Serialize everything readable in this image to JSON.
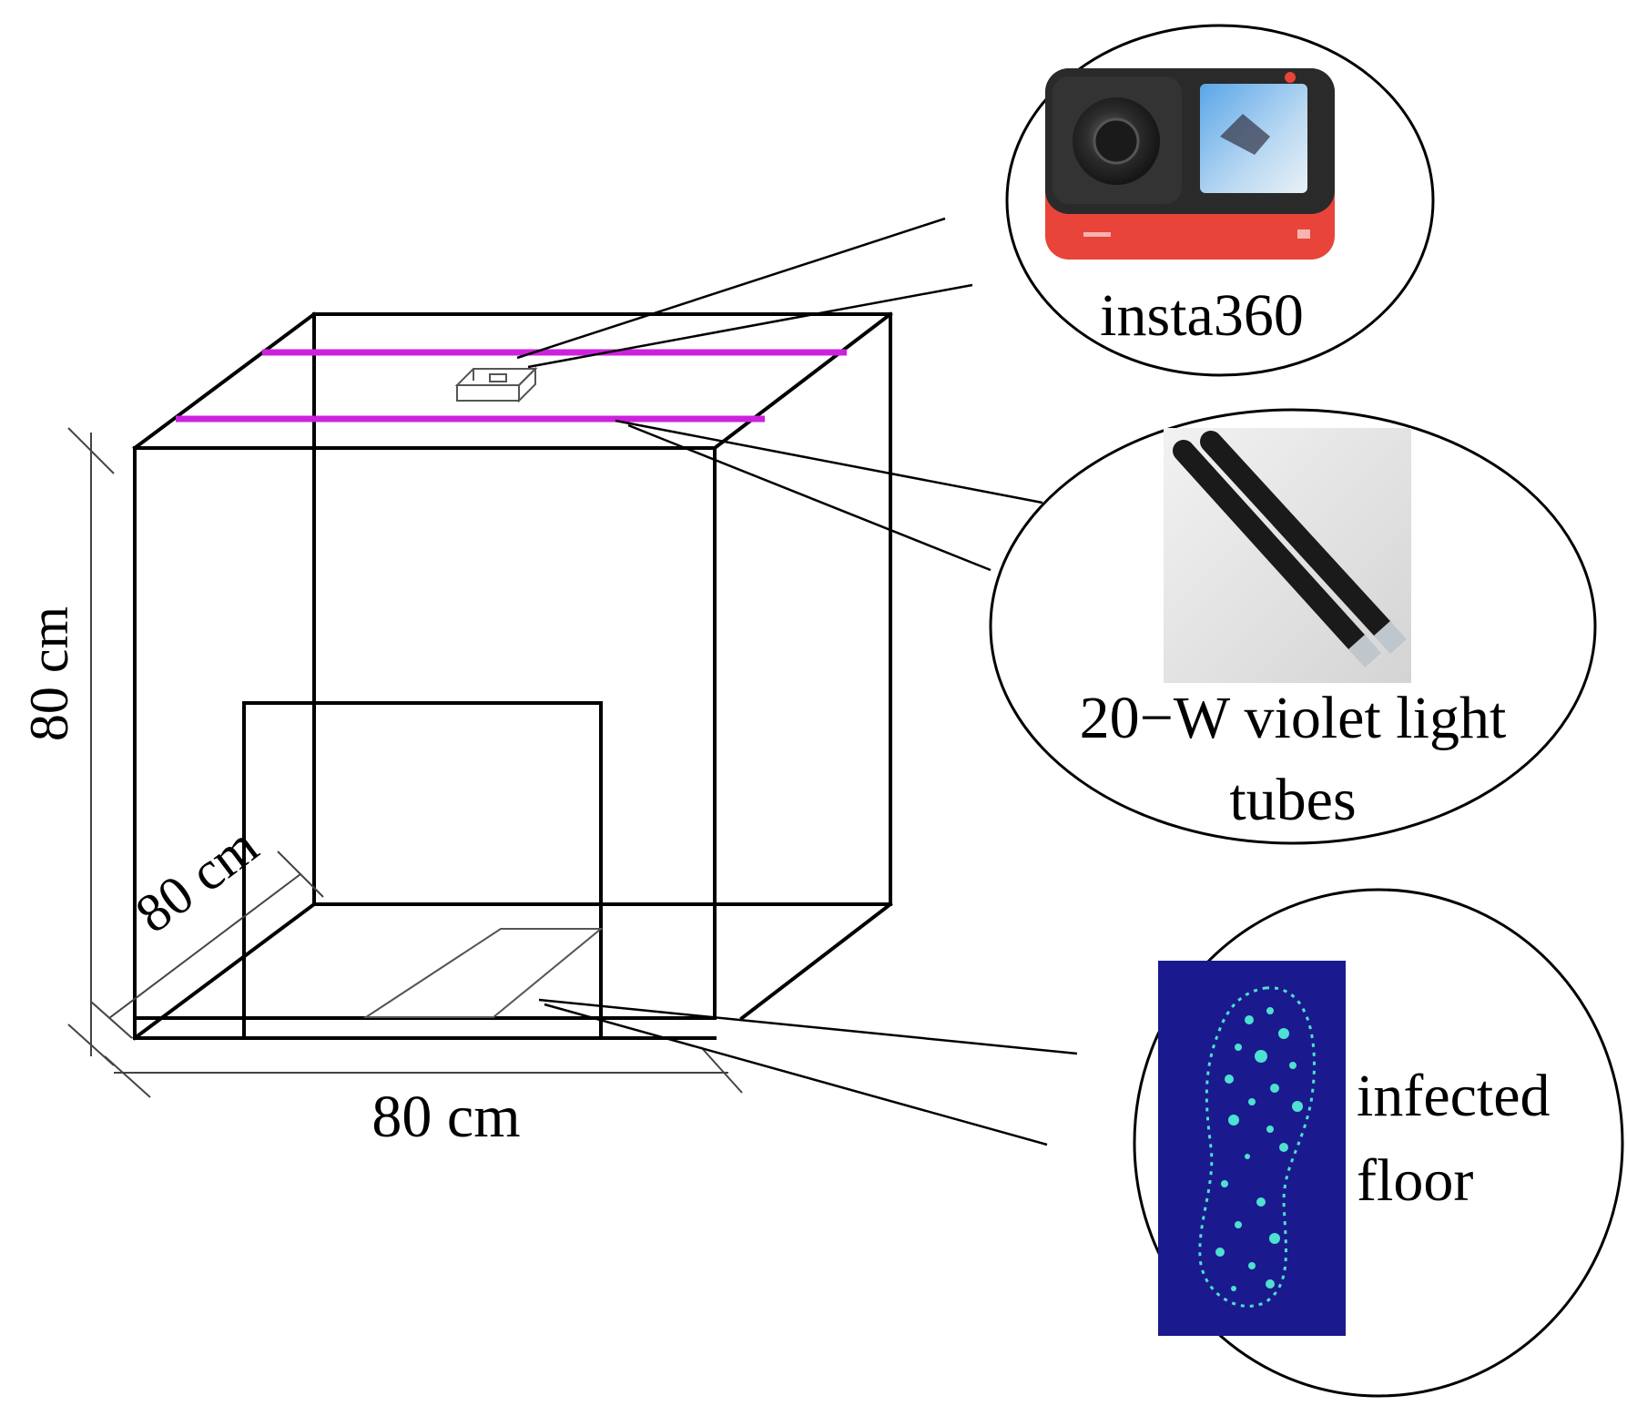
{
  "dimensions": {
    "height_label": "80 cm",
    "depth_label": "80 cm",
    "width_label": "80 cm"
  },
  "callouts": {
    "camera": {
      "label": "insta360"
    },
    "lights": {
      "label_line1": "20−W violet light",
      "label_line2": "tubes"
    },
    "floor": {
      "label_line1": "infected",
      "label_line2": "floor"
    }
  },
  "colors": {
    "violet_tube": "#cc22dd",
    "camera_body": "#2a2a2a",
    "camera_base": "#e8443a",
    "uv_floor_bg": "#1a1a8e",
    "uv_footprint": "#4ee0d0"
  }
}
